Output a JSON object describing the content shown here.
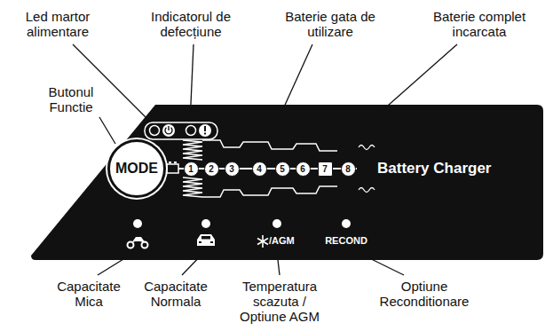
{
  "diagram": {
    "nodes": [
      {
        "text": [
          "Battery Charger"
        ]
      },
      {
        "text": [
          "MODE"
        ],
        "in": 0
      },
      {
        "text": [
          "1"
        ],
        "in": 0
      },
      {
        "text": [
          "2"
        ],
        "in": 0
      },
      {
        "text": [
          "3"
        ],
        "in": 0
      },
      {
        "text": [
          "4"
        ],
        "in": 0
      },
      {
        "text": [
          "5"
        ],
        "in": 0
      },
      {
        "text": [
          "6"
        ],
        "in": 0
      },
      {
        "text": [
          "7"
        ],
        "in": 0
      },
      {
        "text": [
          "8"
        ],
        "in": 0
      }
    ],
    "labels": [
      "Led martor alimentare",
      "Indicatorul de defecțiune",
      "Baterie gata de utilizare",
      "Baterie complet incarcata",
      "Butonul Functie",
      "/AGM",
      "RECOND",
      "Capacitate Mica",
      "Capacitate Normala",
      "Temperatura scazuta / Optiune AGM",
      "Optiune Reconditionare"
    ]
  }
}
